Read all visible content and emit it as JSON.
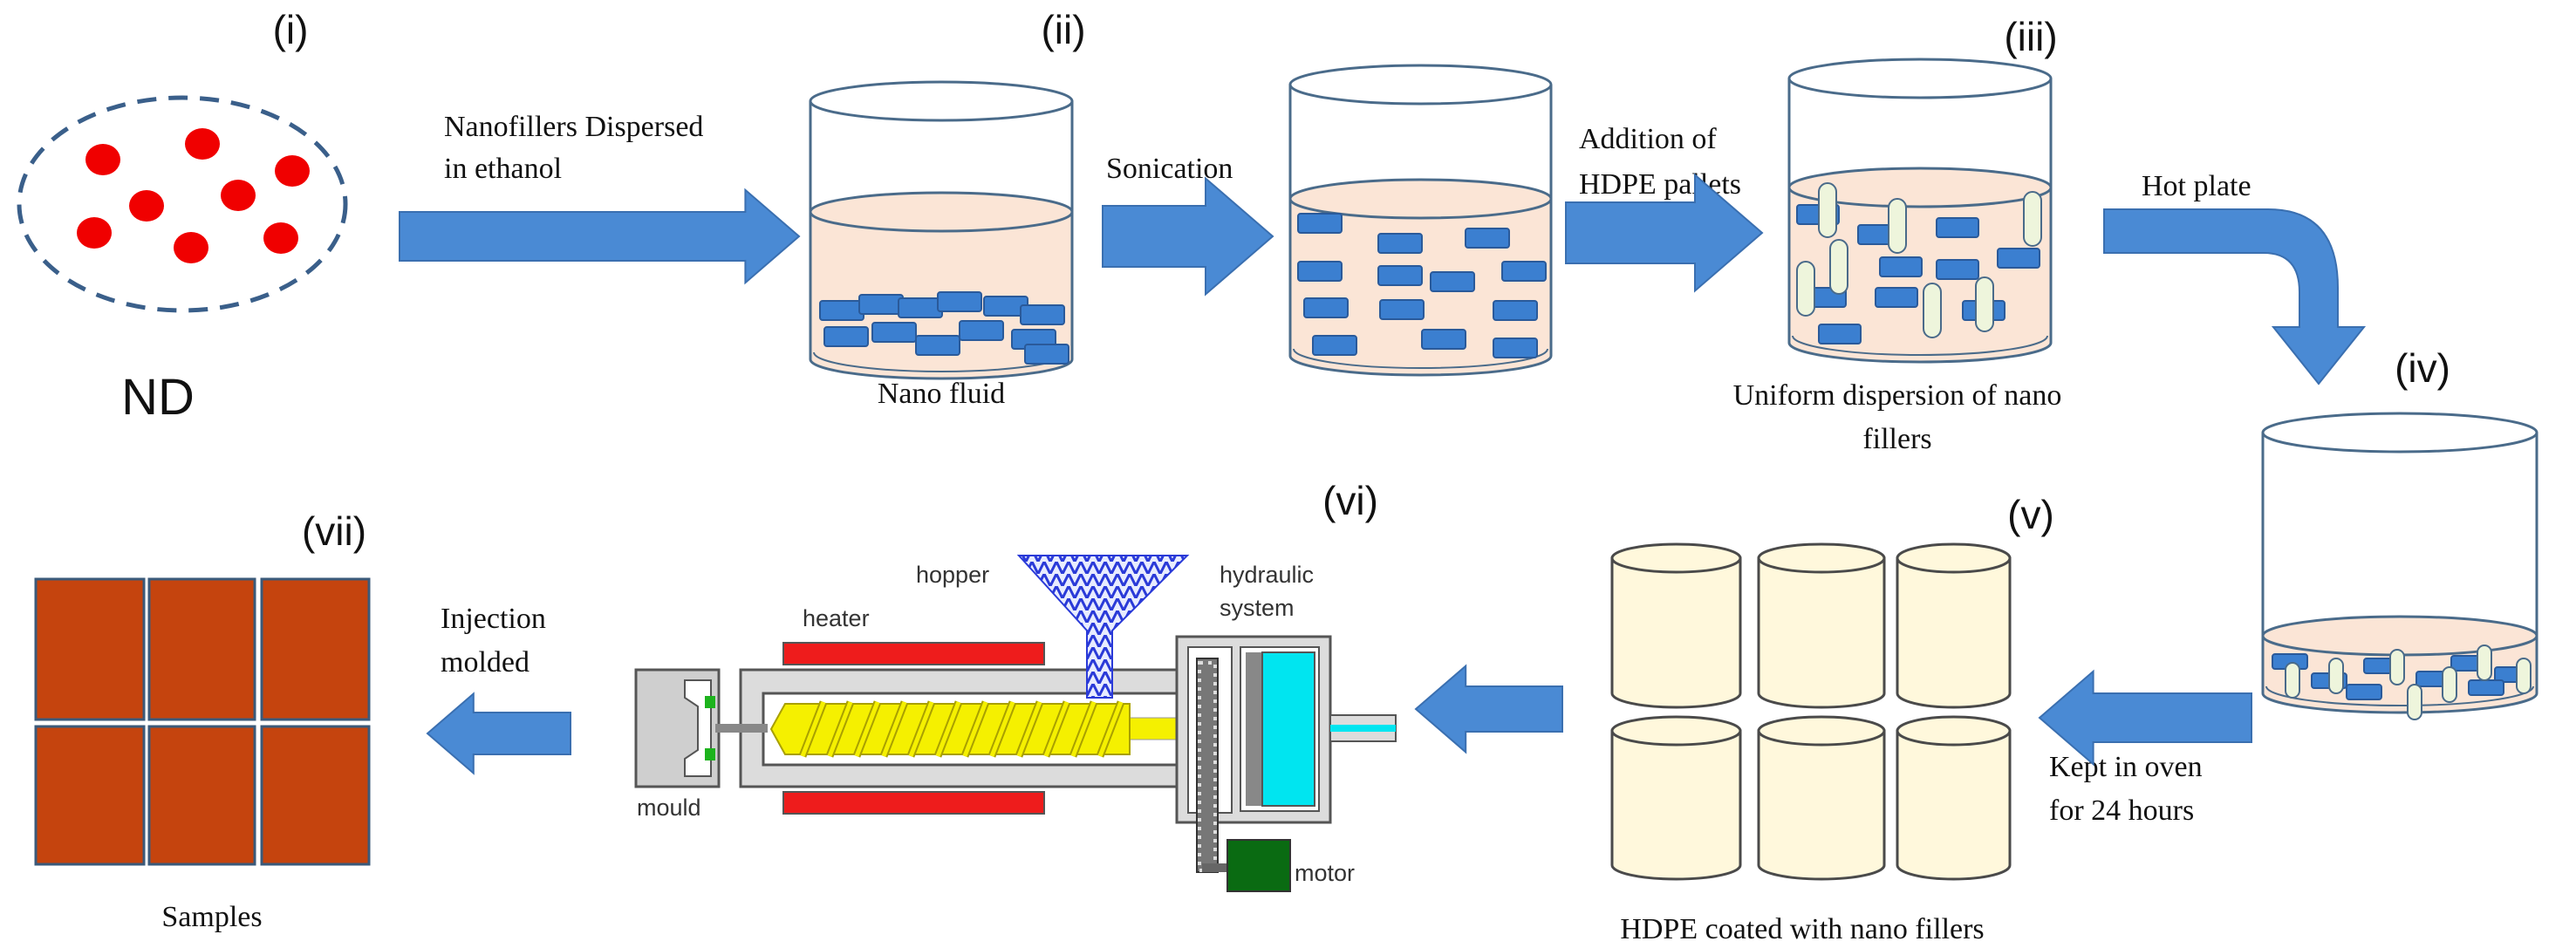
{
  "colors": {
    "arrow": "#4a8ad4",
    "nanoparticle": "#f00000",
    "fluid": "#fbe5d6",
    "filler": "#3b7fd0",
    "pellet": "#eef5dc",
    "coated_pellet": "#fff8dc",
    "sample": "#c5440e",
    "heater": "#ee1c1c",
    "screw": "#f5f000",
    "hydraulic": "#00e5f0",
    "motor": "#0a6b12"
  },
  "steps": {
    "i": "(i)",
    "ii": "(ii)",
    "iii": "(iii)",
    "iv": "(iv)",
    "v": "(v)",
    "vi": "(vi)",
    "vii": "(vii)"
  },
  "labels": {
    "nd": "ND",
    "dispersed_line1": "Nanofillers Dispersed",
    "dispersed_line2": "in ethanol",
    "nano_fluid": "Nano fluid",
    "sonication": "Sonication",
    "addition_line1": "Addition of",
    "addition_line2": "HDPE  pallets",
    "uniform_line1": "Uniform  dispersion of nano",
    "uniform_line2": "fillers",
    "hot_plate": "Hot plate",
    "oven_line1": "Kept in oven",
    "oven_line2": "for 24  hours",
    "coated": "HDPE  coated with nano fillers",
    "injection_line1": "Injection",
    "injection_line2": "molded",
    "samples": "Samples"
  },
  "machine": {
    "hopper": "hopper",
    "heater": "heater",
    "hydraulic_line1": "hydraulic",
    "hydraulic_line2": "system",
    "mould": "mould",
    "motor": "motor"
  }
}
